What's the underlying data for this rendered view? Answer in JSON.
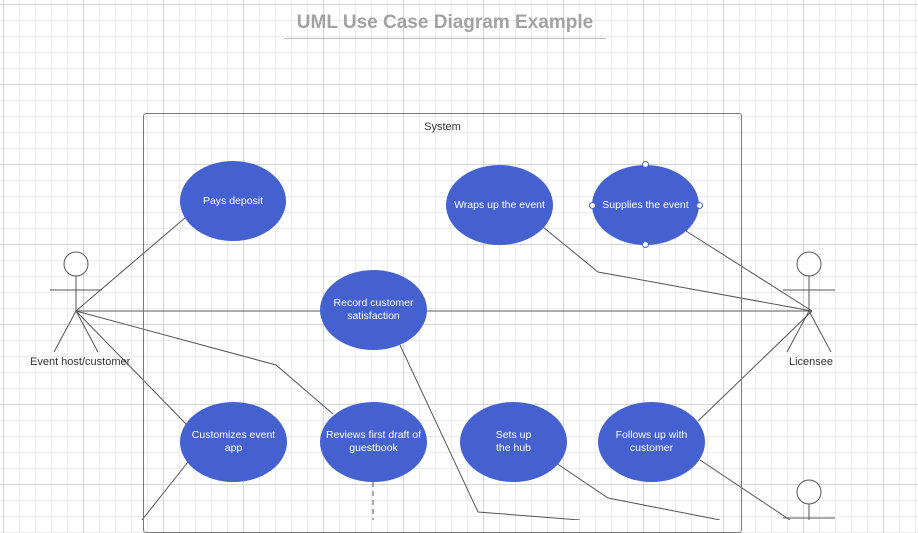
{
  "diagram": {
    "title": "UML Use Case Diagram Example",
    "system_label": "System",
    "actors": [
      {
        "id": "host",
        "label": "Event host/customer"
      },
      {
        "id": "licensee",
        "label": "Licensee"
      },
      {
        "id": "third",
        "label": ""
      }
    ],
    "use_cases": [
      {
        "id": "pays_deposit",
        "label": "Pays deposit"
      },
      {
        "id": "wraps_up",
        "label": "Wraps up the event"
      },
      {
        "id": "supplies",
        "label": "Supplies the event"
      },
      {
        "id": "record_satisfaction",
        "label": "Record customer\nsatisfaction"
      },
      {
        "id": "customizes_app",
        "label": "Customizes event app"
      },
      {
        "id": "reviews_draft",
        "label": "Reviews first draft of\nguestbook"
      },
      {
        "id": "sets_hub",
        "label": "Sets up\nthe hub"
      },
      {
        "id": "follows_up",
        "label": "Follows up with\ncustomer"
      }
    ],
    "associations": [
      {
        "from": "host",
        "to": "pays_deposit"
      },
      {
        "from": "host",
        "to": "record_satisfaction"
      },
      {
        "from": "host",
        "to": "customizes_app"
      },
      {
        "from": "host",
        "to": "reviews_draft"
      },
      {
        "from": "licensee",
        "to": "wraps_up"
      },
      {
        "from": "licensee",
        "to": "supplies"
      },
      {
        "from": "licensee",
        "to": "record_satisfaction"
      },
      {
        "from": "licensee",
        "to": "follows_up"
      },
      {
        "from": "record_satisfaction",
        "to": "offscreen"
      },
      {
        "from": "sets_hub",
        "to": "offscreen"
      },
      {
        "from": "follows_up",
        "to": "offscreen"
      },
      {
        "from": "customizes_app",
        "to": "offscreen"
      },
      {
        "from": "reviews_draft",
        "to": "offscreen",
        "style": "dashed"
      }
    ],
    "selected_use_case": "supplies",
    "colors": {
      "use_case_fill": "#4561cf",
      "use_case_text": "#ffffff",
      "line": "#555555",
      "title": "#a2a2a2"
    }
  }
}
